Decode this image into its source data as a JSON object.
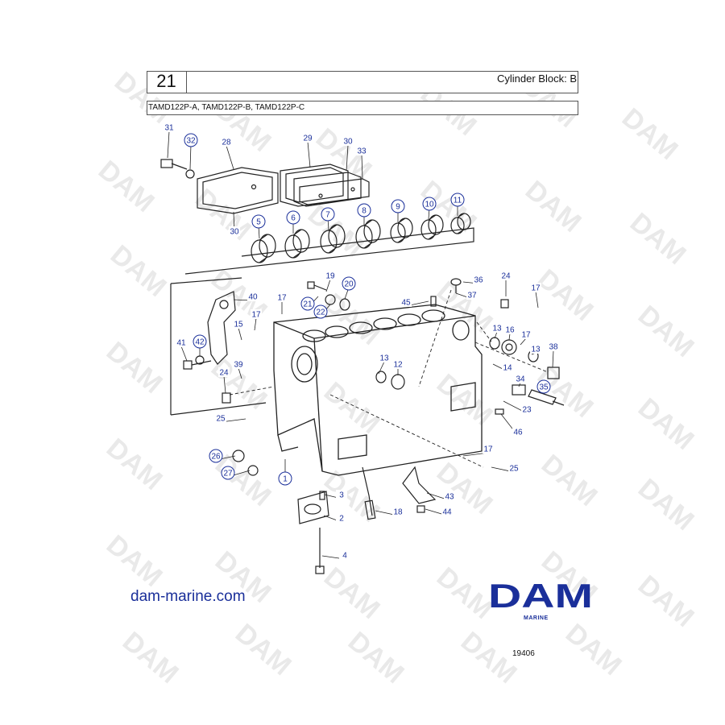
{
  "header": {
    "page_number": "21",
    "title": "Cylinder Block: B",
    "models": "TAMD122P-A, TAMD122P-B, TAMD122P-C"
  },
  "callouts": [
    {
      "label": "31",
      "circled": false
    },
    {
      "label": "32",
      "circled": true
    },
    {
      "label": "28",
      "circled": false
    },
    {
      "label": "29",
      "circled": false
    },
    {
      "label": "30",
      "circled": false
    },
    {
      "label": "33",
      "circled": false
    },
    {
      "label": "30",
      "circled": false
    },
    {
      "label": "5",
      "circled": true
    },
    {
      "label": "6",
      "circled": true
    },
    {
      "label": "7",
      "circled": true
    },
    {
      "label": "8",
      "circled": true
    },
    {
      "label": "9",
      "circled": true
    },
    {
      "label": "10",
      "circled": true
    },
    {
      "label": "11",
      "circled": true
    },
    {
      "label": "19",
      "circled": false
    },
    {
      "label": "20",
      "circled": true
    },
    {
      "label": "21",
      "circled": true
    },
    {
      "label": "22",
      "circled": true
    },
    {
      "label": "40",
      "circled": false
    },
    {
      "label": "17",
      "circled": false
    },
    {
      "label": "17",
      "circled": false
    },
    {
      "label": "15",
      "circled": false
    },
    {
      "label": "41",
      "circled": false
    },
    {
      "label": "42",
      "circled": true
    },
    {
      "label": "24",
      "circled": false
    },
    {
      "label": "39",
      "circled": false
    },
    {
      "label": "25",
      "circled": false
    },
    {
      "label": "26",
      "circled": true
    },
    {
      "label": "27",
      "circled": true
    },
    {
      "label": "1",
      "circled": true
    },
    {
      "label": "3",
      "circled": false
    },
    {
      "label": "2",
      "circled": false
    },
    {
      "label": "4",
      "circled": false
    },
    {
      "label": "18",
      "circled": false
    },
    {
      "label": "43",
      "circled": false
    },
    {
      "label": "44",
      "circled": false
    },
    {
      "label": "17",
      "circled": false
    },
    {
      "label": "25",
      "circled": false
    },
    {
      "label": "13",
      "circled": false
    },
    {
      "label": "12",
      "circled": false
    },
    {
      "label": "45",
      "circled": false
    },
    {
      "label": "36",
      "circled": false
    },
    {
      "label": "37",
      "circled": false
    },
    {
      "label": "24",
      "circled": false
    },
    {
      "label": "17",
      "circled": false
    },
    {
      "label": "13",
      "circled": false
    },
    {
      "label": "16",
      "circled": false
    },
    {
      "label": "17",
      "circled": false
    },
    {
      "label": "13",
      "circled": false
    },
    {
      "label": "38",
      "circled": false
    },
    {
      "label": "14",
      "circled": false
    },
    {
      "label": "34",
      "circled": false
    },
    {
      "label": "35",
      "circled": true
    },
    {
      "label": "23",
      "circled": false
    },
    {
      "label": "46",
      "circled": false
    }
  ],
  "watermark": {
    "text": "DAM"
  },
  "footer": {
    "website": "dam-marine.com",
    "logo_word": "DAM",
    "logo_sub": "MARINE",
    "figure_number": "19406"
  },
  "colors": {
    "accent": "#1a2f9a",
    "line": "#222222",
    "watermark": "#d8d8d8"
  }
}
